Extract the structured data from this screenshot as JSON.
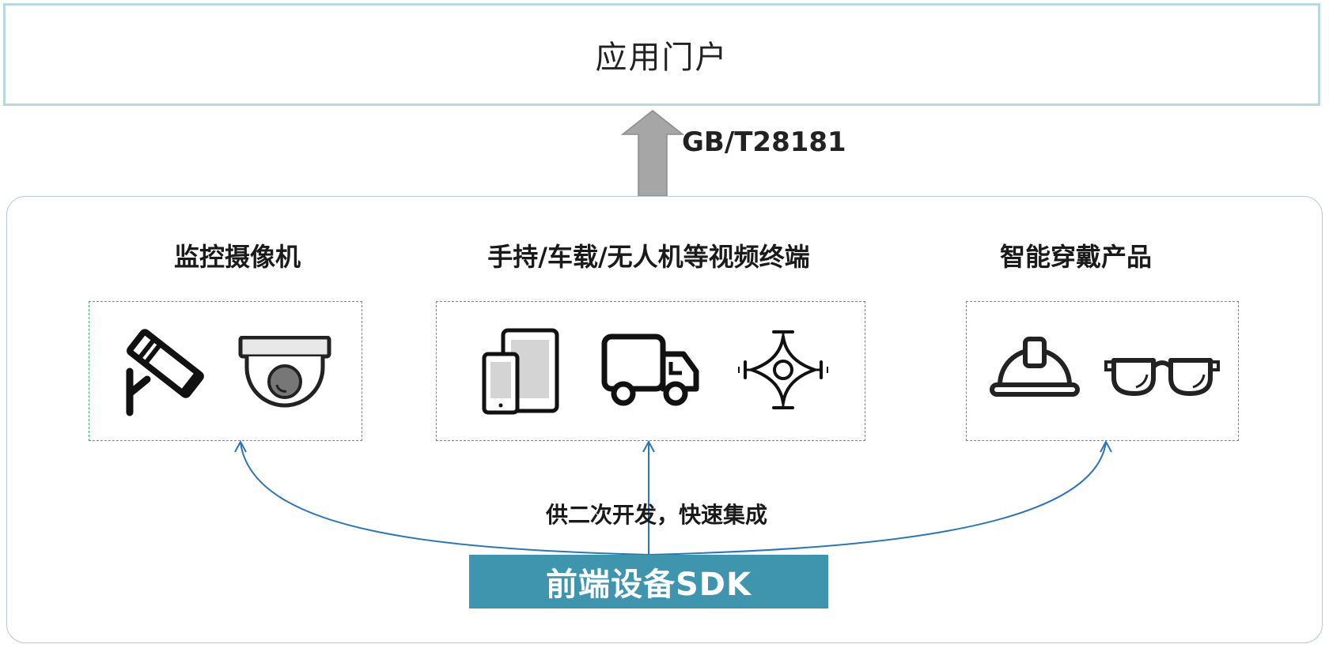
{
  "portal": {
    "title": "应用门户"
  },
  "protocol": {
    "label": "GB/T28181"
  },
  "groups": [
    {
      "title": "监控摄像机",
      "icons": [
        "bullet-camera-icon",
        "dome-camera-icon"
      ]
    },
    {
      "title": "手持/车载/无人机等视频终端",
      "icons": [
        "tablet-phone-icon",
        "truck-icon",
        "drone-icon"
      ]
    },
    {
      "title": "智能穿戴产品",
      "icons": [
        "safety-helmet-icon",
        "smart-glasses-icon"
      ]
    }
  ],
  "connector": {
    "label": "供二次开发，快速集成"
  },
  "sdk": {
    "label": "前端设备SDK"
  },
  "colors": {
    "portal_border": "#b9d7df",
    "panel_border": "#b3c9d6",
    "dashed_box": "#3fae6a",
    "arrow_fill": "#a6a6a6",
    "connector_line": "#2e75b6",
    "sdk_fill": "#3f95ad"
  }
}
